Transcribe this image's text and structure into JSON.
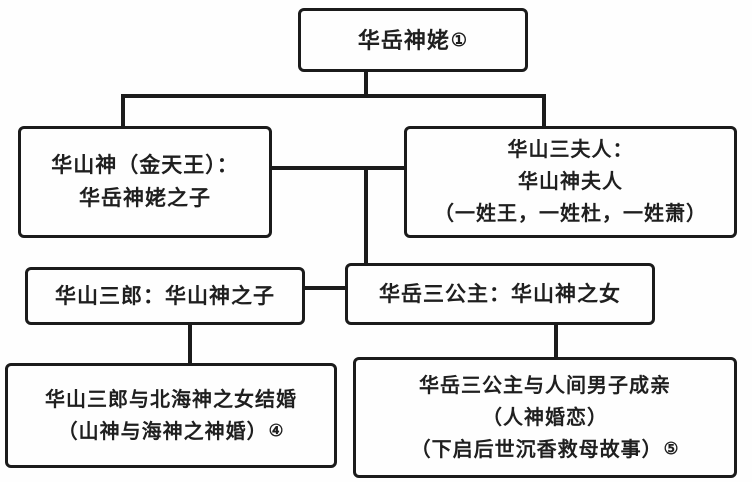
{
  "diagram": {
    "type": "family-tree",
    "nodes": {
      "root": {
        "line1": "华岳神姥",
        "footnote": "①"
      },
      "son": {
        "line1": "华山神（金天王）：",
        "line2": "华岳神姥之子"
      },
      "wives": {
        "line1": "华山三夫人：",
        "line2": "华山神夫人",
        "line3": "（一姓王，一姓杜，一姓萧）"
      },
      "grandson": {
        "line1": "华山三郎：华山神之子"
      },
      "granddaughter": {
        "line1": "华岳三公主：华山神之女"
      },
      "grandson_marriage": {
        "line1": "华山三郎与北海神之女结婚",
        "line2": "（山神与海神之神婚）",
        "footnote": "④"
      },
      "granddaughter_marriage": {
        "line1": "华岳三公主与人间男子成亲",
        "line2": "（人神婚恋）",
        "line3": "（下启后世沉香救母故事）",
        "footnote": "⑤"
      }
    },
    "colors": {
      "line": "#1b1b1b",
      "box_border": "#1b1b1b",
      "background": "#fefefe",
      "text": "#1f1f1f"
    }
  }
}
